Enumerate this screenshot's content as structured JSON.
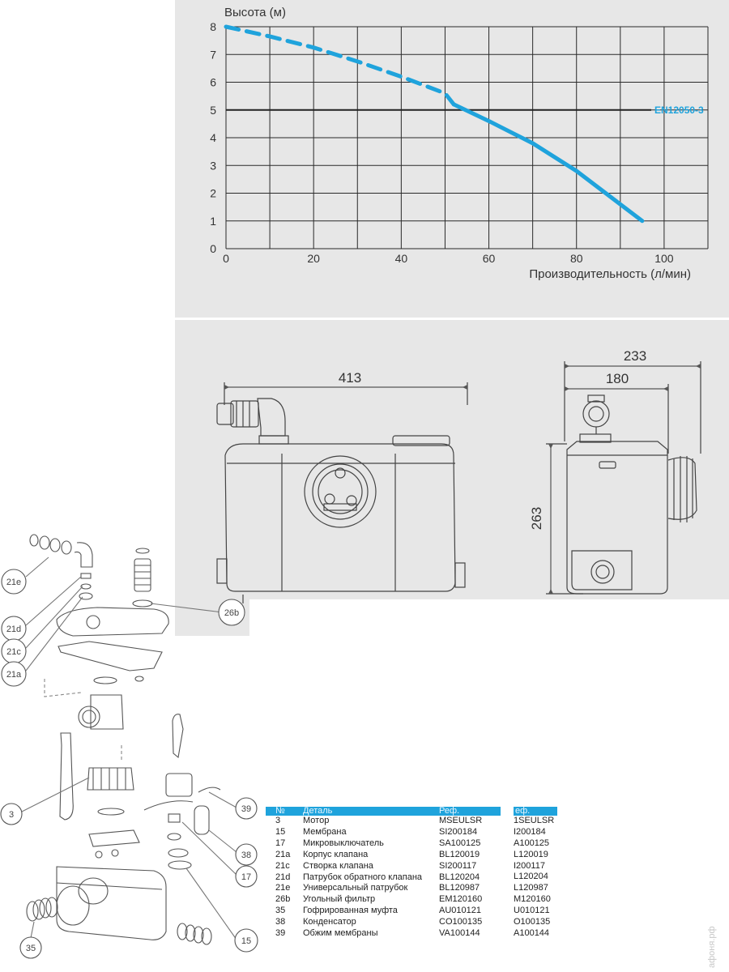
{
  "chart_data": {
    "type": "line",
    "ylabel": "Высота (м)",
    "xlabel": "Производительность (л/мин)",
    "xlim": [
      0,
      110
    ],
    "ylim": [
      0,
      8
    ],
    "x_ticks": [
      0,
      20,
      40,
      60,
      80,
      100
    ],
    "y_ticks": [
      0,
      1,
      2,
      3,
      4,
      5,
      6,
      7,
      8
    ],
    "grid": true,
    "series": [
      {
        "style": "dashed",
        "color": "#1fa3dc",
        "x": [
          0,
          10,
          20,
          30,
          40,
          50,
          52
        ],
        "y": [
          8,
          7.65,
          7.25,
          6.75,
          6.2,
          5.6,
          5.2
        ]
      },
      {
        "style": "solid",
        "color": "#1fa3dc",
        "x": [
          52,
          60,
          70,
          80,
          90,
          95
        ],
        "y": [
          5.2,
          4.6,
          3.8,
          2.8,
          1.6,
          1.0
        ]
      }
    ],
    "reference_line": {
      "y": 5,
      "label": "EN12050-3"
    }
  },
  "dimensions": {
    "width": "413",
    "depth_total": "233",
    "depth_body": "180",
    "height": "263"
  },
  "callouts": [
    "21e",
    "21d",
    "21c",
    "21a",
    "26b",
    "3",
    "39",
    "38",
    "17",
    "15",
    "35"
  ],
  "table": {
    "headers": {
      "no": "№",
      "part": "Деталь",
      "ref": "Реф."
    },
    "rows": [
      {
        "no": "3",
        "part": "Мотор",
        "ref": "MSEULSR"
      },
      {
        "no": "15",
        "part": "Мембрана",
        "ref": "SI200184"
      },
      {
        "no": "17",
        "part": "Микровыключатель",
        "ref": "SA100125"
      },
      {
        "no": "21a",
        "part": "Корпус клапана",
        "ref": "BL120019"
      },
      {
        "no": "21c",
        "part": "Створка клапана",
        "ref": "SI200117"
      },
      {
        "no": "21d",
        "part": "Патрубок обратного клапана",
        "ref": "BL120204"
      },
      {
        "no": "21e",
        "part": "Универсальный патрубок",
        "ref": "BL120987"
      },
      {
        "no": "26b",
        "part": "Угольный фильтр",
        "ref": "EM120160"
      },
      {
        "no": "35",
        "part": "Гофрированная муфта",
        "ref": "AU010121"
      },
      {
        "no": "38",
        "part": "Конденсатор",
        "ref": "CO100135"
      },
      {
        "no": "39",
        "part": "Обжим мембраны",
        "ref": "VA100144"
      }
    ]
  },
  "ref_column": {
    "header": "еф.",
    "values": [
      "1SEULSR",
      "I200184",
      "A100125",
      "L120019",
      "I200117",
      "L120204",
      "L120987",
      "M120160",
      "U010121",
      "O100135",
      "A100144"
    ]
  },
  "watermark": "афоня.рф"
}
